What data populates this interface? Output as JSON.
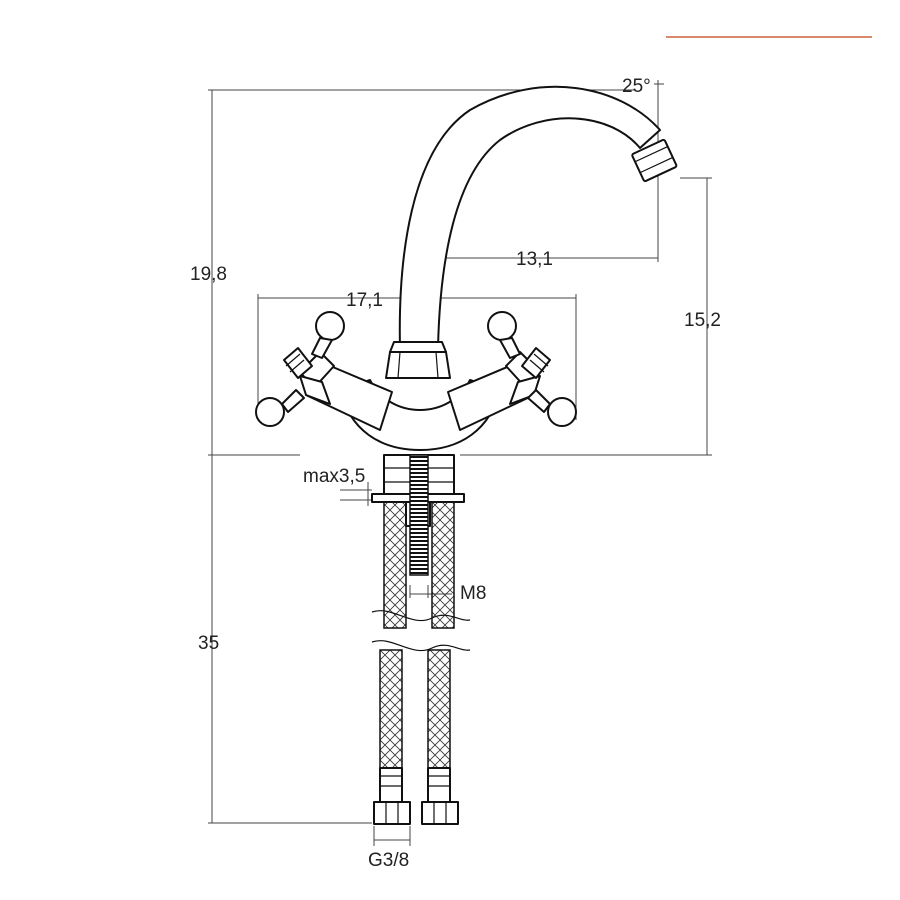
{
  "colors": {
    "accent_line": "#d98a6a",
    "line": "#111111"
  },
  "dimensions": {
    "total_height": "19,8",
    "spout_angle": "25°",
    "spout_reach": "13,1",
    "handle_span": "17,1",
    "spout_height": "15,2",
    "max_thickness": "max3,5",
    "hose_length": "35",
    "stud_thread": "M8",
    "hose_thread": "G3/8"
  }
}
